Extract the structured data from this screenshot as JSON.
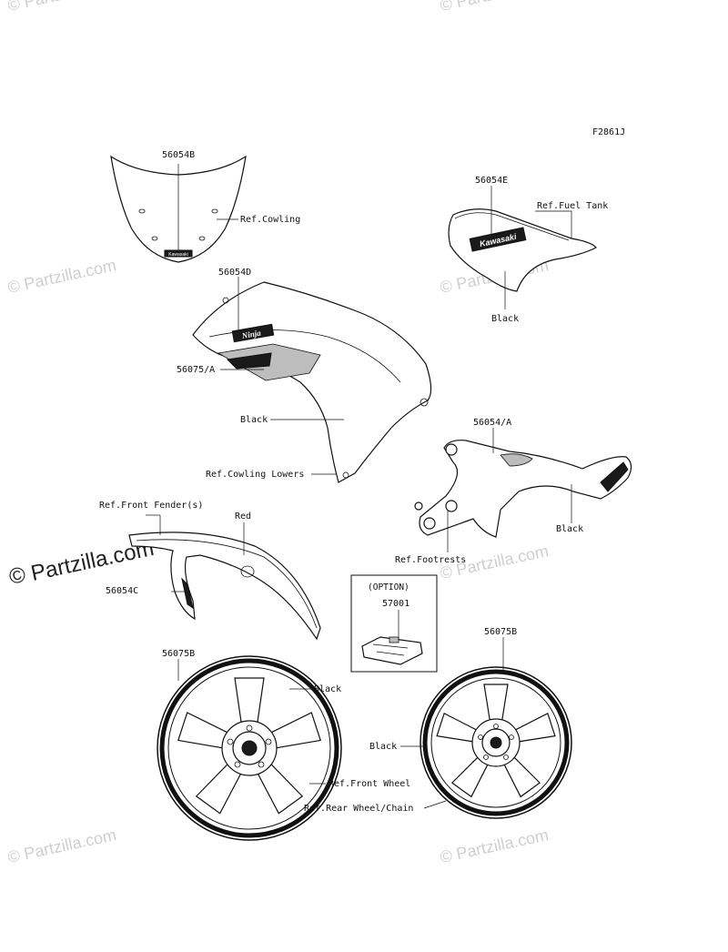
{
  "figure_code": "F2861J",
  "watermarks": {
    "brand_text": "Partzilla.com",
    "brand_small": "© Partzilla.com"
  },
  "labels": {
    "p56054B": "56054B",
    "ref_cowling": "Ref.Cowling",
    "p56054E": "56054E",
    "ref_fuel_tank": "Ref.Fuel Tank",
    "black_tank": "Black",
    "p56054D": "56054D",
    "p56075A": "56075/A",
    "black_cowl": "Black",
    "ref_cowling_lowers": "Ref.Cowling Lowers",
    "p56054A": "56054/A",
    "black_frame": "Black",
    "ref_footrests": "Ref.Footrests",
    "ref_front_fender": "Ref.Front Fender(s)",
    "red": "Red",
    "p56054C": "56054C",
    "option": "(OPTION)",
    "p57001": "57001",
    "p56075B_front": "56075B",
    "black_front_wheel": "Black",
    "ref_front_wheel": "Ref.Front Wheel",
    "p56075B_rear": "56075B",
    "black_rear_wheel": "Black",
    "ref_rear_wheel": "Ref.Rear Wheel/Chain"
  },
  "decal_text": {
    "kawasaki": "Kawasaki",
    "ninja": "Ninja"
  }
}
